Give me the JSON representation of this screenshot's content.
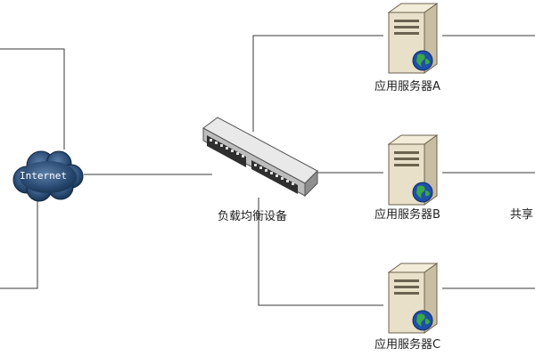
{
  "diagram": {
    "internet_label": "Internet",
    "load_balancer_label": "负载均衡设备",
    "servers": [
      {
        "label": "应用服务器A"
      },
      {
        "label": "应用服务器B"
      },
      {
        "label": "应用服务器C"
      }
    ],
    "shared_storage_label_partial": "共享"
  }
}
